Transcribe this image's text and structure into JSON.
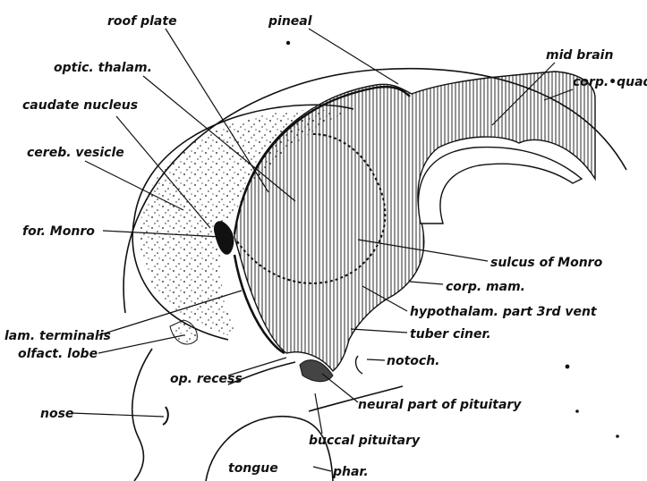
{
  "labels": {
    "roof_plate": "roof plate",
    "pineal": "pineal",
    "optic_thalam": "optic. thalam.",
    "mid_brain": "mid brain",
    "caudate_nucleus": "caudate nucleus",
    "corp_quad": "corp.•quad.",
    "cereb_vesicle": "cereb. vesicle",
    "for_monro": "for. Monro",
    "sulcus_of_monro": "sulcus of Monro",
    "corp_mam": "corp. mam.",
    "hypothalam_part": "hypothalam. part 3rd vent",
    "lam_terminalis": "lam. terminalis",
    "tuber_ciner": "tuber ciner.",
    "olfact_lobe": "olfact. lobe",
    "notoch": "notoch.",
    "op_recess": "op. recess",
    "nose": "nose",
    "neural_part_pituitary": "neural part of pituitary",
    "buccal_pituitary": "buccal pituitary",
    "tongue": "tongue",
    "phar": "phar."
  },
  "colors": {
    "ink": "#111111",
    "paper": "#ffffff"
  }
}
